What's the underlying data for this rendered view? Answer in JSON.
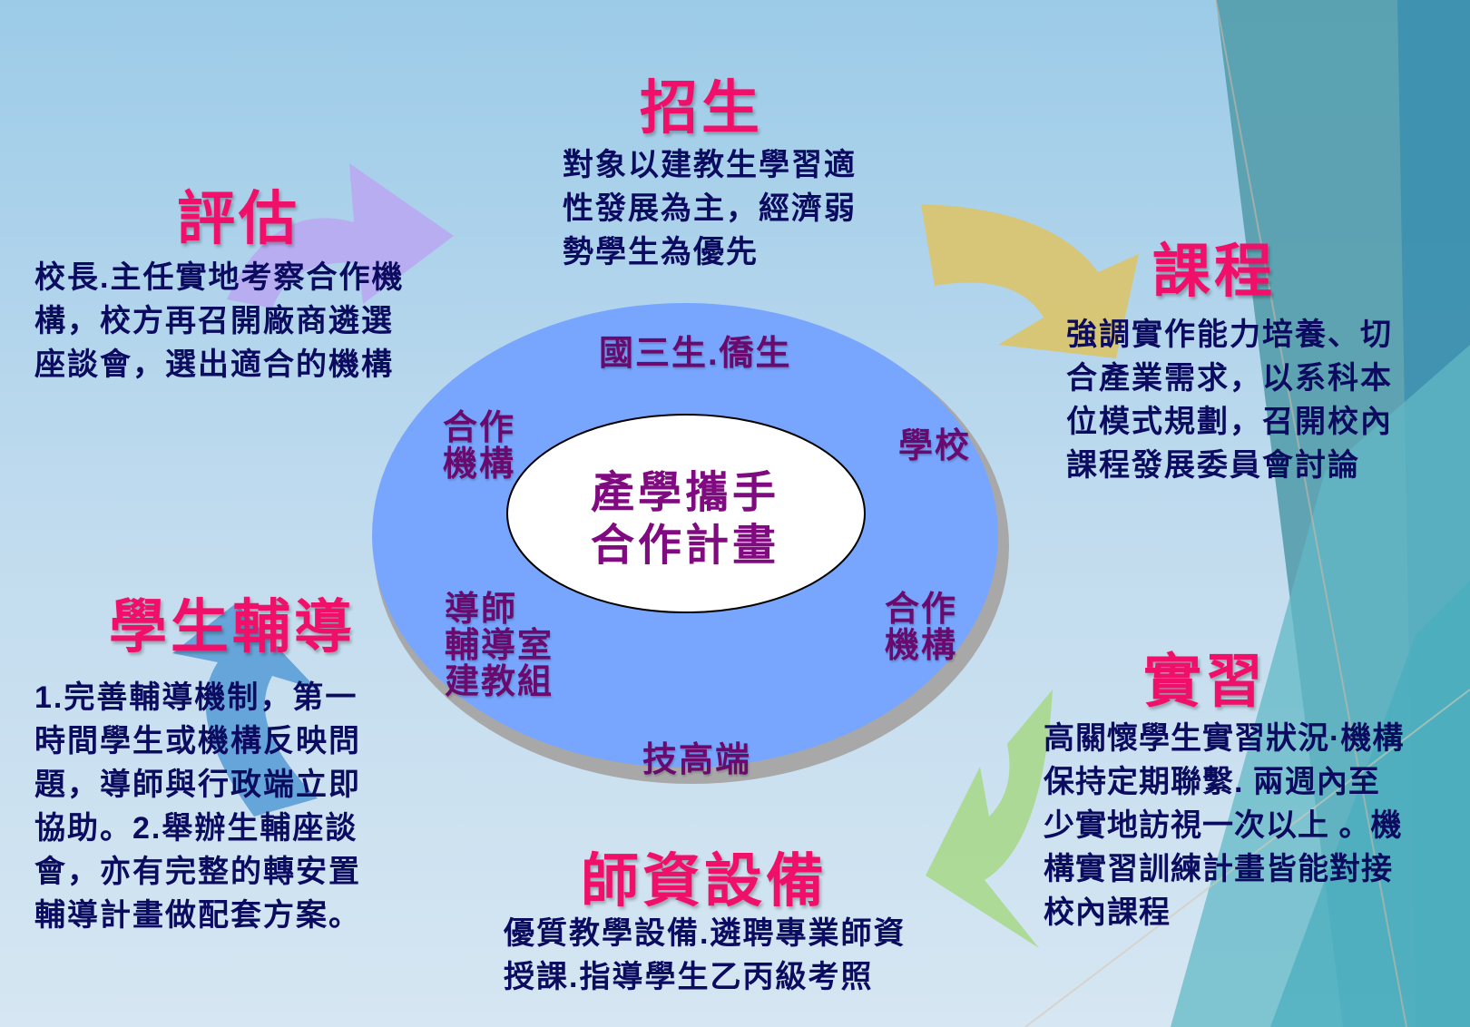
{
  "center": {
    "lines": [
      "產學攜手",
      "合作計畫"
    ]
  },
  "ring_labels": {
    "top": "國三生.僑生",
    "left_top": [
      "合作",
      "機構"
    ],
    "right_top": "學校",
    "left_bottom": [
      "導師",
      "輔導室",
      "建教組"
    ],
    "right_bottom": [
      "合作",
      "機構"
    ],
    "bottom": "技高端"
  },
  "sections": {
    "recruit": {
      "title": "招生",
      "lines": [
        "對象以建教生學習適",
        "性發展為主，經濟弱",
        "勢學生為優先"
      ]
    },
    "curriculum": {
      "title": "課程",
      "lines": [
        "強調實作能力培養、切",
        "合產業需求，以系科本",
        "位模式規劃，召開校內",
        "課程發展委員會討論"
      ]
    },
    "internship": {
      "title": "實習",
      "lines": [
        "高關懷學生實習狀況·機構",
        "保持定期聯繫. 兩週內至",
        "少實地訪視一次以上 。機",
        "構實習訓練計畫皆能對接",
        "校內課程"
      ]
    },
    "faculty": {
      "title": "師資設備",
      "lines": [
        "優質教學設備.遴聘專業師資",
        "授課.指導學生乙丙級考照"
      ]
    },
    "guidance": {
      "title": "學生輔導",
      "lines": [
        "1.完善輔導機制，第一",
        "時間學生或機構反映問",
        "題，導師與行政端立即",
        "協助。2.舉辦生輔座談",
        "會，亦有完整的轉安置",
        "輔導計畫做配套方案。"
      ]
    },
    "evaluation": {
      "title": "評估",
      "lines": [
        "校長.主任實地考察合作機",
        "構，校方再召開廠商遴選",
        "座談會，選出適合的機構"
      ]
    }
  },
  "colors": {
    "title": "#f0106a",
    "body": "#0b0b60",
    "ring": "#78a6ff",
    "label": "#6a0a6e"
  }
}
